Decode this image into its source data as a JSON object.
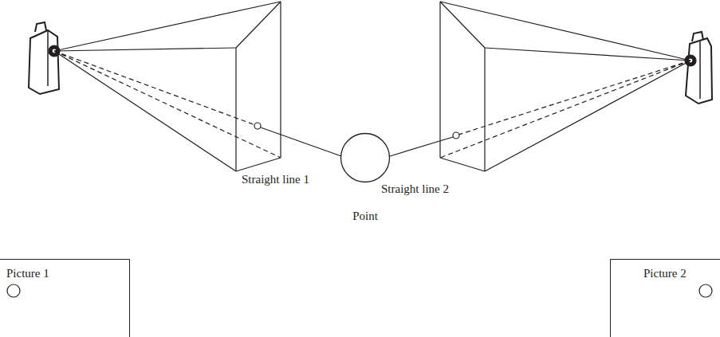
{
  "diagram": {
    "nodes": [
      {
        "text": [
          "Point"
        ]
      },
      {
        "text": [
          "Picture 1"
        ]
      },
      {
        "text": [
          "Picture 2"
        ]
      }
    ],
    "labels": [
      "Straight line 1",
      "Straight line 2"
    ]
  }
}
